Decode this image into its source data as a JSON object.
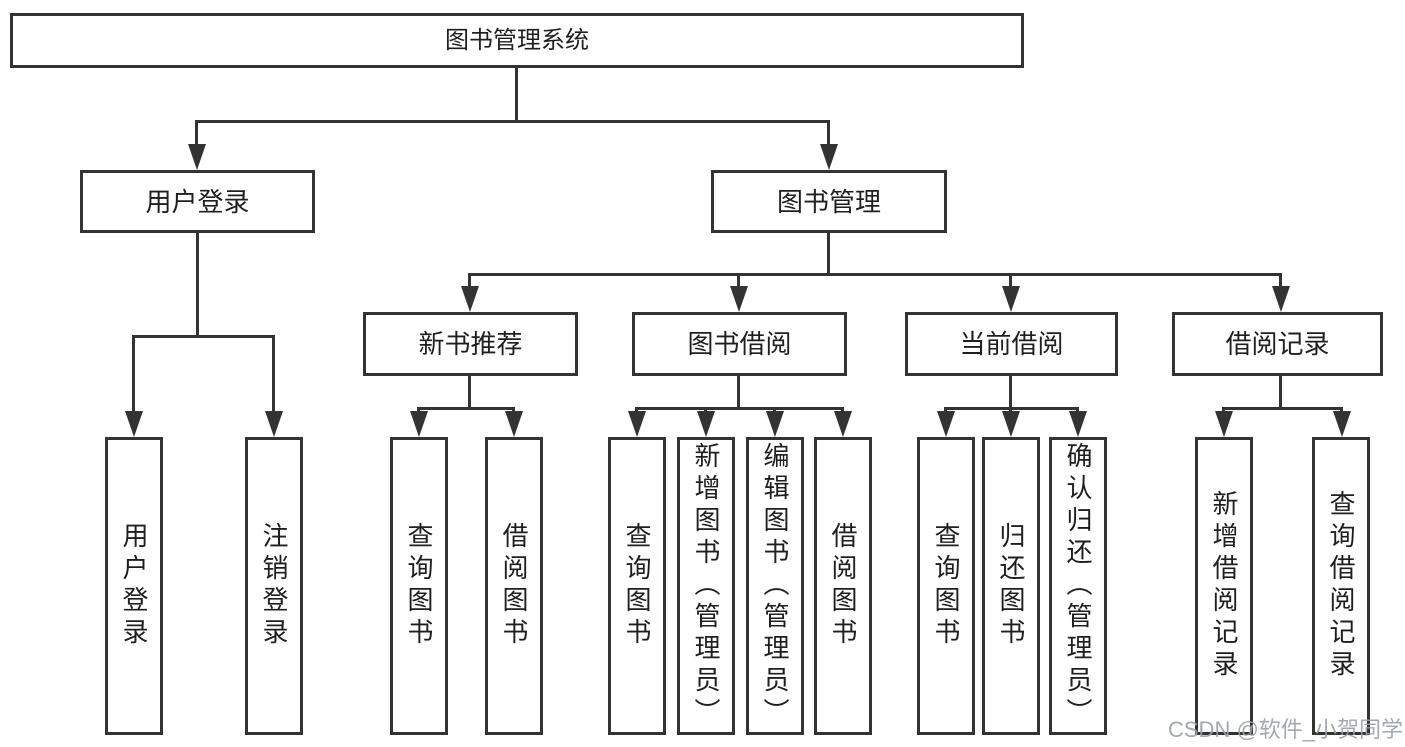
{
  "diagram": {
    "root": {
      "label": "图书管理系统"
    },
    "level2": [
      {
        "label": "用户登录"
      },
      {
        "label": "图书管理"
      }
    ],
    "level3": [
      {
        "label": "新书推荐"
      },
      {
        "label": "图书借阅"
      },
      {
        "label": "当前借阅"
      },
      {
        "label": "借阅记录"
      }
    ],
    "leaves": [
      "用户登录",
      "注销登录",
      "查询图书",
      "借阅图书",
      "查询图书",
      "新增图书（管理员）",
      "编辑图书（管理员）",
      "借阅图书",
      "查询图书",
      "归还图书",
      "确认归还（管理员）",
      "新增借阅记录",
      "查询借阅记录"
    ],
    "watermark": "CSDN @软件_小贺同学"
  },
  "colors": {
    "line": "#333333",
    "text": "#1f1f1f",
    "bg": "#ffffff",
    "watermark": "#9aa0a6"
  }
}
